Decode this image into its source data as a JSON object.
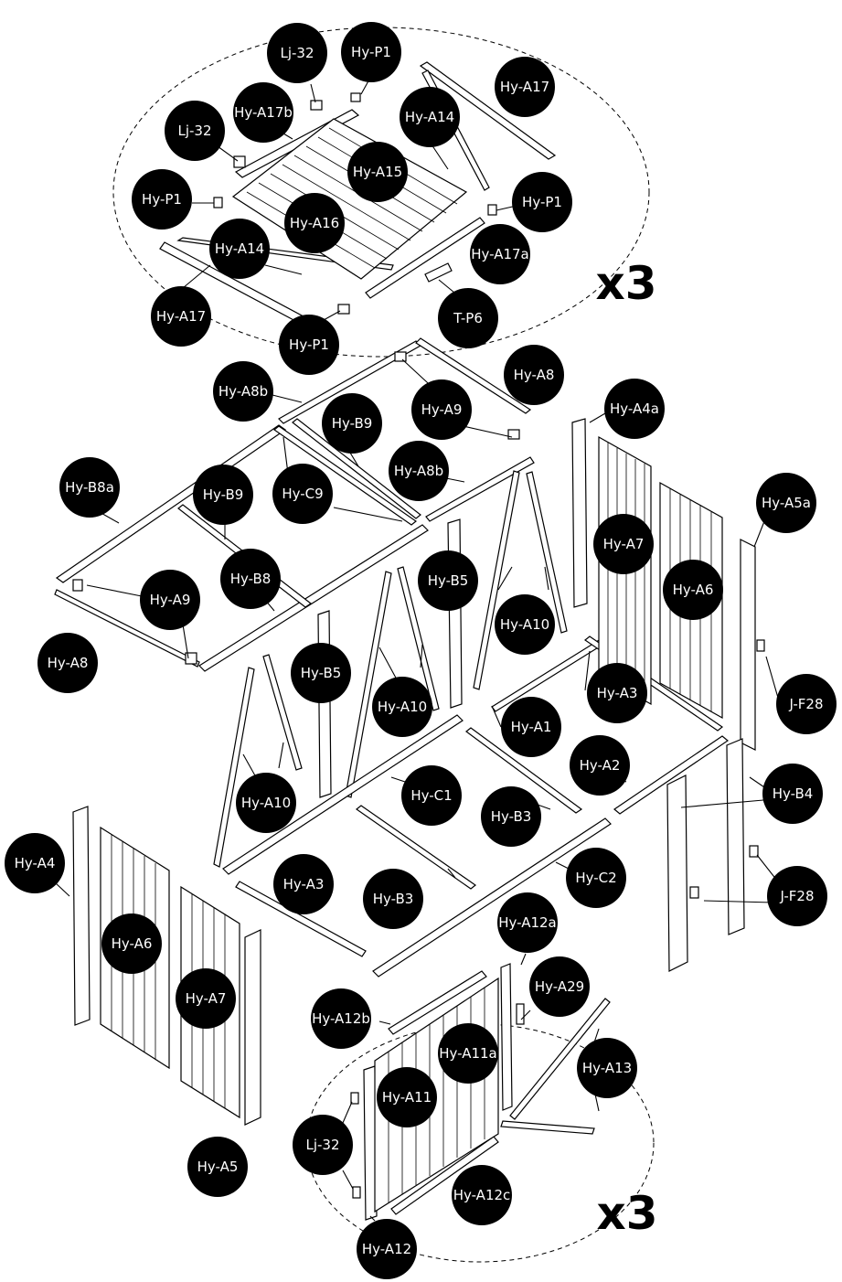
{
  "labels": [
    {
      "id": "roof-lj32-top",
      "text": "Lj-32"
    },
    {
      "id": "roof-hyp1-top",
      "text": "Hy-P1"
    },
    {
      "id": "roof-hya17b",
      "text": "Hy-A17b"
    },
    {
      "id": "roof-hya14-top",
      "text": "Hy-A14"
    },
    {
      "id": "roof-hya17-top",
      "text": "Hy-A17"
    },
    {
      "id": "roof-lj32-left",
      "text": "Lj-32"
    },
    {
      "id": "roof-hya15",
      "text": "Hy-A15"
    },
    {
      "id": "roof-hyp1-left",
      "text": "Hy-P1"
    },
    {
      "id": "roof-hyp1-right",
      "text": "Hy-P1"
    },
    {
      "id": "roof-hya16",
      "text": "Hy-A16"
    },
    {
      "id": "roof-hya14-bottom",
      "text": "Hy-A14"
    },
    {
      "id": "roof-hya17a",
      "text": "Hy-A17a"
    },
    {
      "id": "roof-hya17-bottom",
      "text": "Hy-A17"
    },
    {
      "id": "roof-tp6",
      "text": "T-P6"
    },
    {
      "id": "roof-hyp1-bottom",
      "text": "Hy-P1"
    },
    {
      "id": "frame-hya8-top",
      "text": "Hy-A8"
    },
    {
      "id": "frame-hya8b-top",
      "text": "Hy-A8b"
    },
    {
      "id": "frame-hyb9-top",
      "text": "Hy-B9"
    },
    {
      "id": "frame-hya9-top",
      "text": "Hy-A9"
    },
    {
      "id": "wall-hya4a",
      "text": "Hy-A4a"
    },
    {
      "id": "frame-hyb8a",
      "text": "Hy-B8a"
    },
    {
      "id": "frame-hyb9-left",
      "text": "Hy-B9"
    },
    {
      "id": "frame-hyc9",
      "text": "Hy-C9"
    },
    {
      "id": "frame-hya8b-mid",
      "text": "Hy-A8b"
    },
    {
      "id": "wall-hya5a",
      "text": "Hy-A5a"
    },
    {
      "id": "wall-hya7-right",
      "text": "Hy-A7"
    },
    {
      "id": "frame-hyb8",
      "text": "Hy-B8"
    },
    {
      "id": "frame-hyb5-right",
      "text": "Hy-B5"
    },
    {
      "id": "wall-hya6-right",
      "text": "Hy-A6"
    },
    {
      "id": "frame-hya9-left",
      "text": "Hy-A9"
    },
    {
      "id": "frame-hya10-right",
      "text": "Hy-A10"
    },
    {
      "id": "frame-hya8-left",
      "text": "Hy-A8"
    },
    {
      "id": "frame-hyb5-left",
      "text": "Hy-B5"
    },
    {
      "id": "base-hya3-right",
      "text": "Hy-A3"
    },
    {
      "id": "frame-hya10-mid",
      "text": "Hy-A10"
    },
    {
      "id": "base-hya1",
      "text": "Hy-A1"
    },
    {
      "id": "wall-jf28-top",
      "text": "J-F28"
    },
    {
      "id": "base-hya2",
      "text": "Hy-A2"
    },
    {
      "id": "base-hyc1",
      "text": "Hy-C1"
    },
    {
      "id": "wall-hyb4",
      "text": "Hy-B4"
    },
    {
      "id": "frame-hya10-left",
      "text": "Hy-A10"
    },
    {
      "id": "base-hyb3-right",
      "text": "Hy-B3"
    },
    {
      "id": "wall-hya4",
      "text": "Hy-A4"
    },
    {
      "id": "base-hya3-left",
      "text": "Hy-A3"
    },
    {
      "id": "base-hyb3-left",
      "text": "Hy-B3"
    },
    {
      "id": "base-hyc2",
      "text": "Hy-C2"
    },
    {
      "id": "wall-jf28-bottom",
      "text": "J-F28"
    },
    {
      "id": "door-hya12a",
      "text": "Hy-A12a"
    },
    {
      "id": "wall-hya6-left",
      "text": "Hy-A6"
    },
    {
      "id": "door-hya29",
      "text": "Hy-A29"
    },
    {
      "id": "wall-hya7-left",
      "text": "Hy-A7"
    },
    {
      "id": "door-hya12b",
      "text": "Hy-A12b"
    },
    {
      "id": "door-hya11a",
      "text": "Hy-A11a"
    },
    {
      "id": "door-hya13",
      "text": "Hy-A13"
    },
    {
      "id": "door-hya11",
      "text": "Hy-A11"
    },
    {
      "id": "door-lj32",
      "text": "Lj-32"
    },
    {
      "id": "wall-hya5",
      "text": "Hy-A5"
    },
    {
      "id": "door-hya12c",
      "text": "Hy-A12c"
    },
    {
      "id": "door-hya12",
      "text": "Hy-A12"
    }
  ],
  "multipliers": {
    "roof": "x3",
    "door": "x3"
  }
}
